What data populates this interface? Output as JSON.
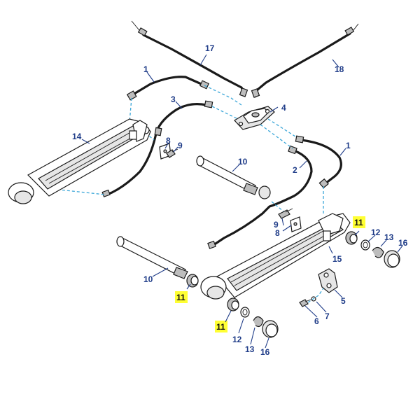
{
  "highlight_color": "#ffff33",
  "label_color": "#1f3c88",
  "dash_color": "#3aa6d8",
  "callouts": {
    "c1a": "1",
    "c1b": "1",
    "c2": "2",
    "c3": "3",
    "c4": "4",
    "c5": "5",
    "c6": "6",
    "c7": "7",
    "c8a": "8",
    "c8b": "8",
    "c9a": "9",
    "c9b": "9",
    "c10a": "10",
    "c10b": "10",
    "c11a": "11",
    "c11b": "11",
    "c11c": "11",
    "c12a": "12",
    "c12b": "12",
    "c13a": "13",
    "c13b": "13",
    "c14": "14",
    "c15": "15",
    "c16a": "16",
    "c16b": "16",
    "c17": "17",
    "c18": "18"
  }
}
